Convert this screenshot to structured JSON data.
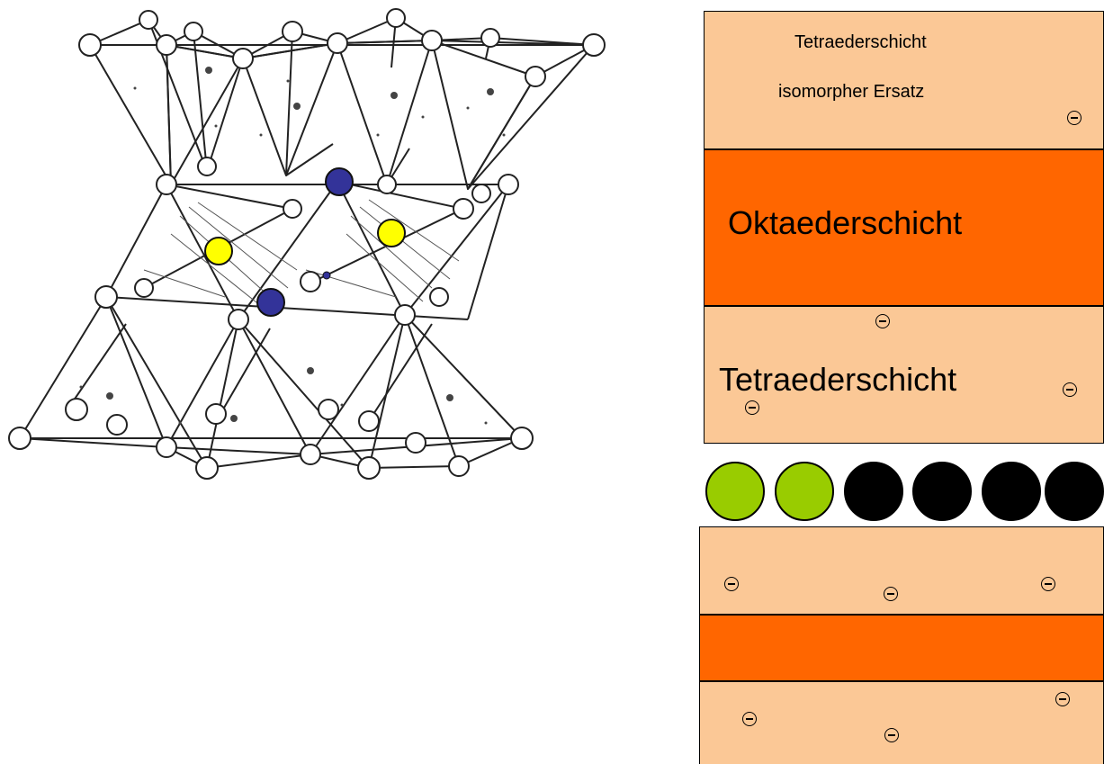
{
  "top_stack": {
    "upper_tetrahedral": {
      "line1": "Tetraederschicht",
      "line2": "isomorpher Ersatz"
    },
    "octahedral": {
      "label": "Oktaederschicht"
    },
    "lower_tetrahedral": {
      "label": "Tetraederschicht"
    }
  },
  "interlayer": {
    "ions": [
      {
        "color": "#99cc00"
      },
      {
        "color": "#99cc00"
      },
      {
        "color": "#000000"
      },
      {
        "color": "#000000"
      },
      {
        "color": "#000000"
      },
      {
        "color": "#000000"
      }
    ]
  },
  "colors": {
    "tetrahedral": "#fbc896",
    "octahedral": "#ff6600",
    "substituted_octahedral": "#333399",
    "substituted_tetrahedral": "#ffff00"
  },
  "icons": {
    "negative_charge": "circled-minus-icon"
  }
}
